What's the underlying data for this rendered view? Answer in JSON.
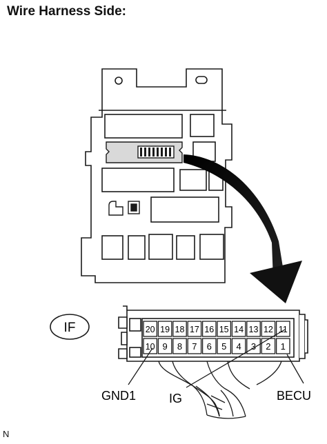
{
  "title": "Wire Harness Side:",
  "connector": {
    "code": "IF",
    "top_row": [
      "20",
      "19",
      "18",
      "17",
      "16",
      "15",
      "14",
      "13",
      "12",
      "11"
    ],
    "bottom_row": [
      "10",
      "9",
      "8",
      "7",
      "6",
      "5",
      "4",
      "3",
      "2",
      "1"
    ],
    "terminals": {
      "gnd1": "GND1",
      "ig": "IG",
      "becu": "BECU"
    }
  },
  "footer_code": "N",
  "colors": {
    "line": "#1a1a1a",
    "fill_gray": "#d9d9d9",
    "fill_dark": "#111111"
  }
}
